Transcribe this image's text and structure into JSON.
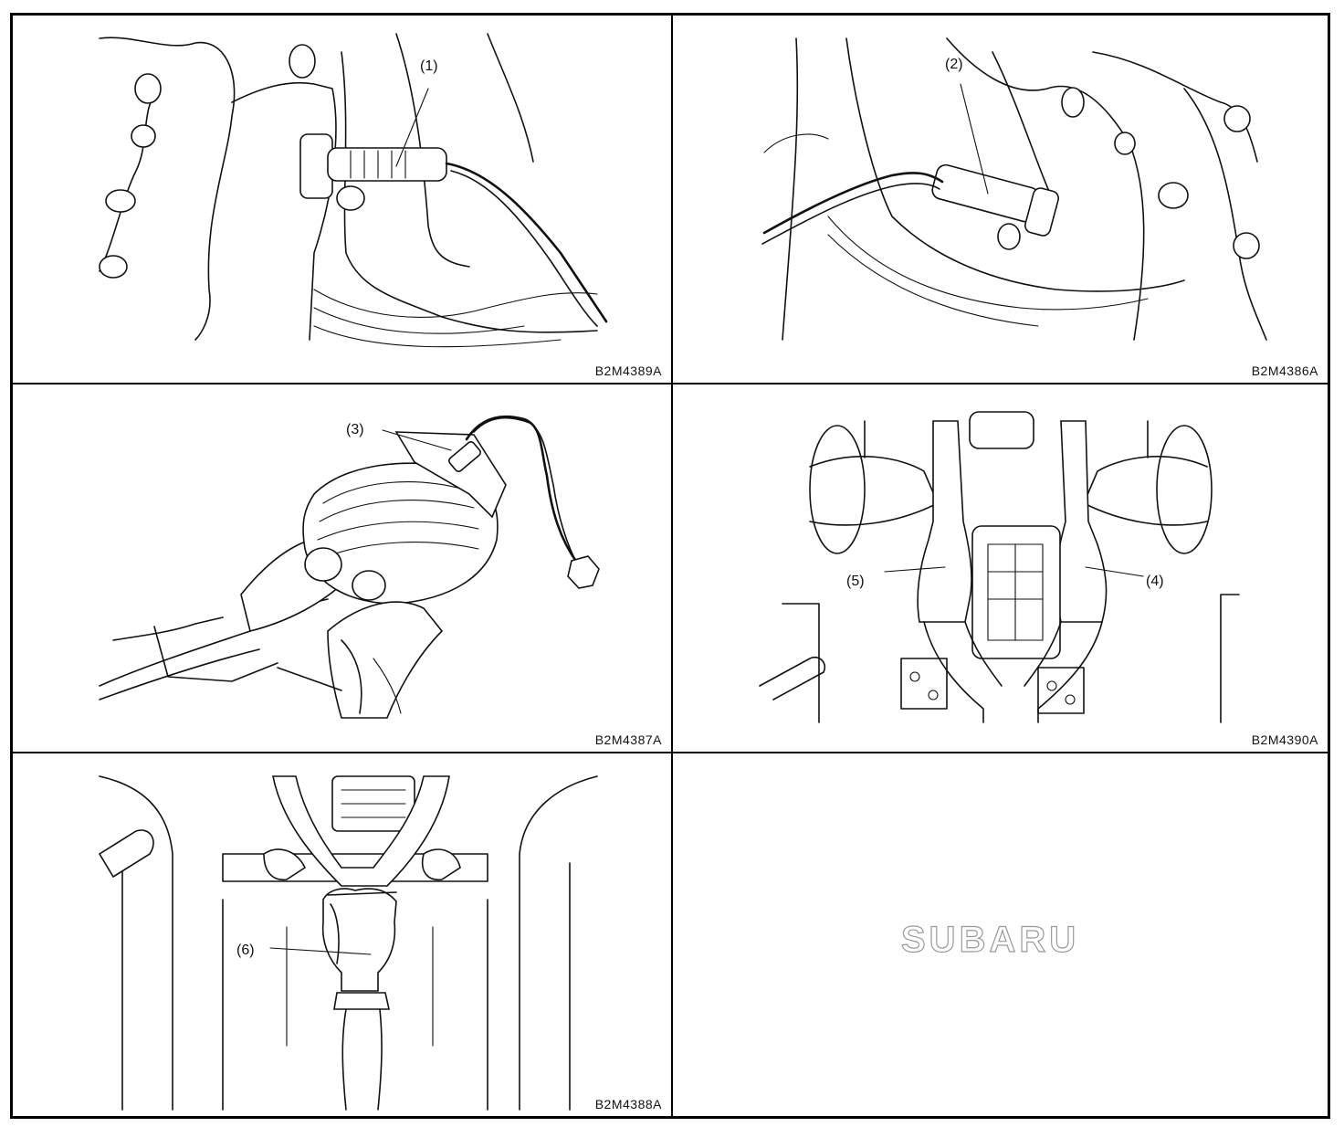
{
  "panels": [
    {
      "code": "B2M4389A",
      "callouts": [
        "(1)"
      ]
    },
    {
      "code": "B2M4386A",
      "callouts": [
        "(2)"
      ]
    },
    {
      "code": "B2M4387A",
      "callouts": [
        "(3)"
      ]
    },
    {
      "code": "B2M4390A",
      "callouts": [
        "(5)",
        "(4)"
      ]
    },
    {
      "code": "B2M4388A",
      "callouts": [
        "(6)"
      ]
    }
  ],
  "watermark": "SUBARU"
}
